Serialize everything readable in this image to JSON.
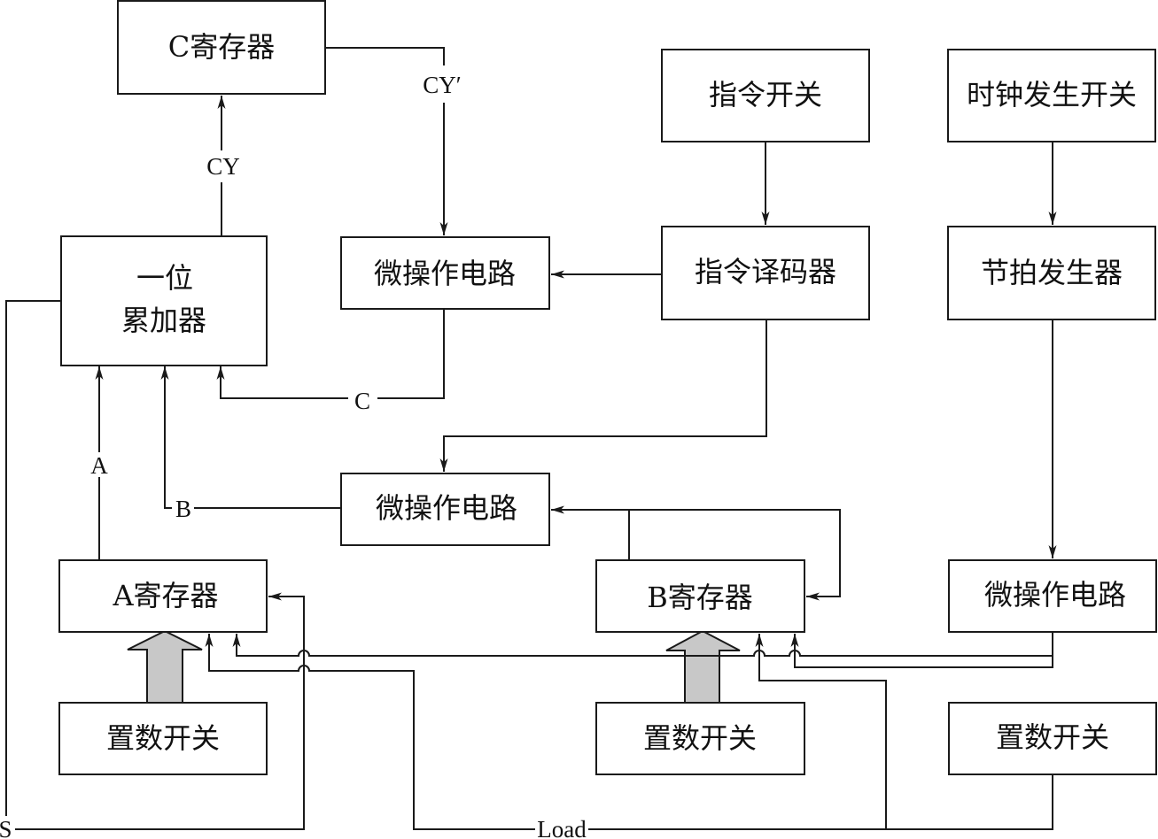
{
  "diagram": {
    "blocks": {
      "c_register": "C寄存器",
      "accumulator_line1": "一位",
      "accumulator_line2": "累加器",
      "micro_op_top": "微操作电路",
      "instruction_switch": "指令开关",
      "instruction_decoder": "指令译码器",
      "clock_switch": "时钟发生开关",
      "beat_generator": "节拍发生器",
      "micro_op_middle": "微操作电路",
      "a_register": "A寄存器",
      "b_register": "B寄存器",
      "micro_op_right": "微操作电路",
      "set_switch_a": "置数开关",
      "set_switch_b": "置数开关",
      "set_switch_load": "置数开关"
    },
    "signals": {
      "cy": "CY",
      "cy_prime": "CY′",
      "a": "A",
      "b": "B",
      "c": "C",
      "s": "S",
      "load": "Load"
    }
  },
  "colors": {
    "background": "#ffffff",
    "line": "#1a1a1a",
    "bus_arrow_fill": "#c8c8c8"
  }
}
